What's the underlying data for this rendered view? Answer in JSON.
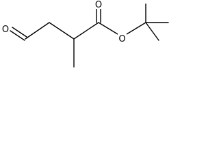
{
  "molecule": {
    "atoms": [
      {
        "id": "o_aldehyde",
        "label": "O"
      },
      {
        "id": "o_carbonyl",
        "label": "O"
      },
      {
        "id": "o_ester",
        "label": "O"
      }
    ]
  }
}
